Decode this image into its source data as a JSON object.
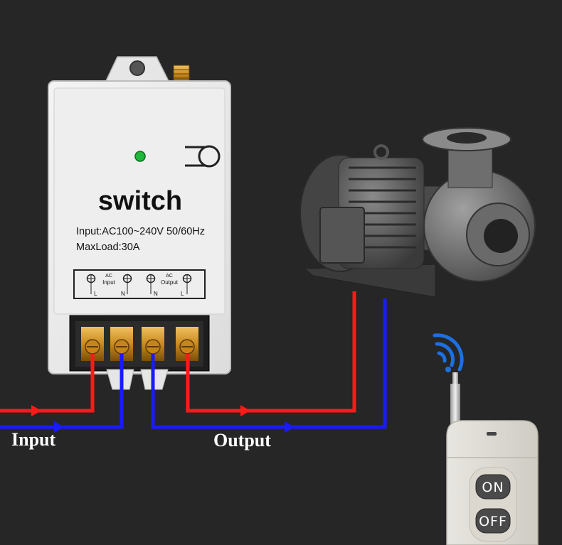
{
  "device": {
    "name": "switch",
    "spec_input": "Input:AC100~240V 50/60Hz",
    "spec_load": "MaxLoad:30A",
    "terminals": {
      "group_ac": "AC",
      "group_input": "Input",
      "group_output": "Output",
      "labels": [
        "L",
        "N",
        "N",
        "L"
      ]
    }
  },
  "wires": {
    "input_label": "Input",
    "output_label": "Output",
    "live_color": "#ff1a1a",
    "neutral_color": "#1a1aff"
  },
  "remote": {
    "on_label": "ON",
    "off_label": "OFF"
  },
  "icons": {
    "signal": "wifi-signal-icon",
    "button": "push-button-icon",
    "led": "status-led-icon"
  }
}
